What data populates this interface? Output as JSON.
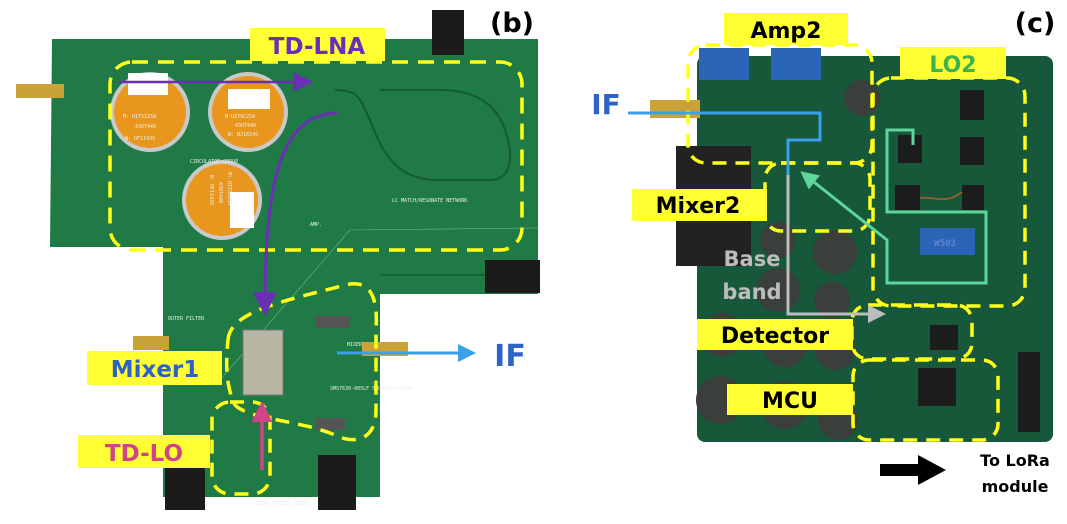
{
  "panels": {
    "b": {
      "panel_label": "(b)",
      "labels": {
        "td_lna": "TD-LNA",
        "mixer1": "Mixer1",
        "td_lo": "TD-LO",
        "if_out": "IF"
      },
      "silkscreen": {
        "circulator_1": [
          "M: UIYSI25A",
          "430T440",
          "N: OF1143S"
        ],
        "circulator_2": [
          "M:UIYSC25A",
          "430T440",
          "N: NJ18145"
        ],
        "circulator_3": [
          "M: UIYSI25A",
          "430T440",
          "N: OF11436"
        ],
        "circulator_group": "CIRCULATOR GROUP",
        "amp": "AMP.",
        "lc_network": "LC MATCH/RESONATE NETWORK",
        "mixer": "MIXER",
        "outer_filter": "OUTER FILTER",
        "schottky": "SMS7630-005LF SCHOTTKY PAIR",
        "tunnel_diode": "3I306 TUNNEL DIODE"
      }
    },
    "c": {
      "panel_label": "(c)",
      "labels": {
        "amp2": "Amp2",
        "lo2": "LO2",
        "if_in": "IF",
        "mixer2": "Mixer2",
        "baseband_line1": "Base",
        "baseband_line2": "band",
        "detector": "Detector",
        "mcu": "MCU",
        "to_lora_line1": "To LoRa",
        "to_lora_line2": "module"
      },
      "silkscreen": {
        "trimmer": "W503"
      }
    }
  },
  "colors": {
    "pcb_green": "#1f7a45",
    "pcb_dark": "#17573a",
    "label_yellow": "#ffff33",
    "dash_yellow": "#ffff1a",
    "lna_purple": "#6a2fb5",
    "mixer_blue": "#2f62c8",
    "if_blue": "#3aa0e8",
    "lo_pink": "#d2448a",
    "lo2_green": "#5ed69a",
    "lo2_text": "#3db34f",
    "baseband_gray": "#bdbdbd"
  }
}
